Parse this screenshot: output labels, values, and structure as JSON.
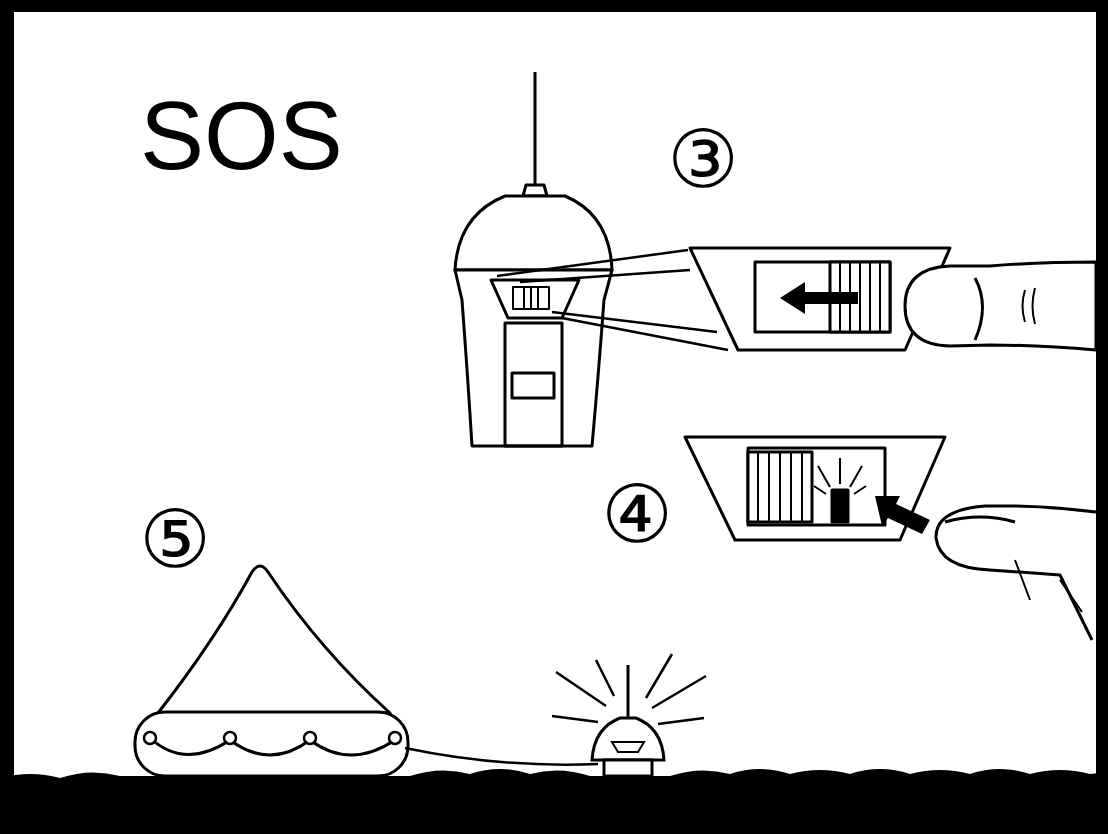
{
  "diagram": {
    "labels": [
      "SOS",
      "③",
      "④",
      "⑤"
    ]
  }
}
